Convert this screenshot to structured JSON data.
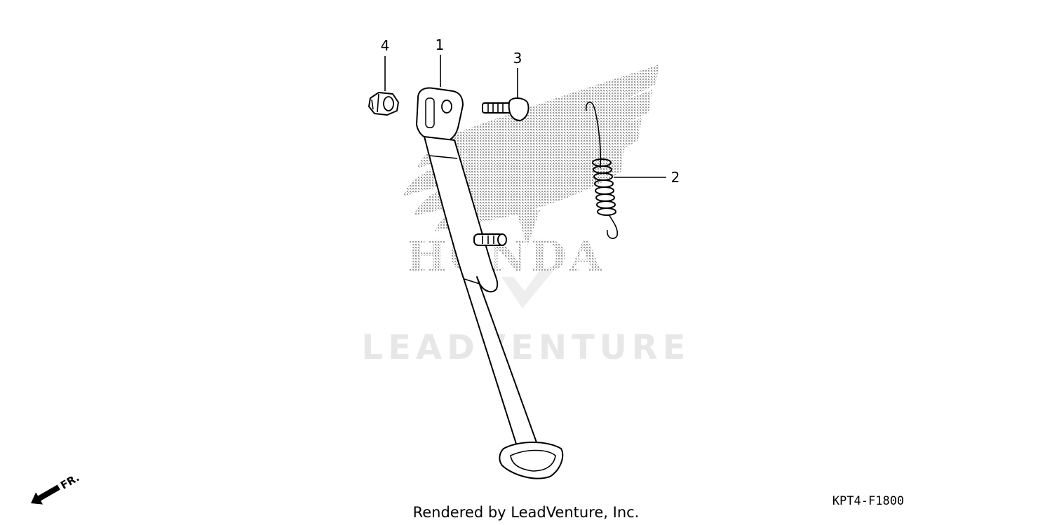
{
  "callouts": [
    {
      "label": "1",
      "part": "kickstand-bar"
    },
    {
      "label": "2",
      "part": "return-spring"
    },
    {
      "label": "3",
      "part": "pivot-bolt"
    },
    {
      "label": "4",
      "part": "nut"
    }
  ],
  "watermark": {
    "text": "LEADVENTURE",
    "brand": "HONDA"
  },
  "footer": {
    "credit": "Rendered by LeadVenture, Inc.",
    "diagram_code": "KPT4-F1800",
    "direction_label": "FR."
  },
  "icons": [
    "honda-wing-logo",
    "front-direction-arrow-icon"
  ]
}
